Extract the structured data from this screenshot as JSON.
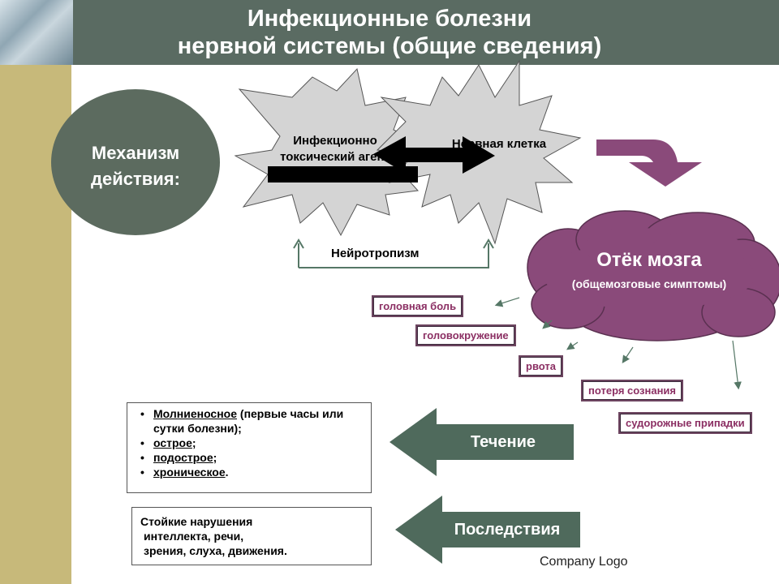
{
  "title": {
    "line1": "Инфекционные болезни",
    "line2": "нервной системы (общие сведения)"
  },
  "mechanism_label": "Механизм действия:",
  "burst_agent": {
    "line1": "Инфекционно",
    "line2": "токсический агент"
  },
  "burst_cell": "Нервная клетка",
  "neurotropism_label": "Нейротропизм",
  "cloud": {
    "title": "Отёк мозга",
    "subtitle": "(общемозговые симптомы)"
  },
  "symptoms": [
    "головная боль",
    "головокружение",
    "рвота",
    "потеря сознания",
    "судорожные припадки"
  ],
  "course_arrow_label": "Течение",
  "course_items": [
    {
      "term": "Молниеносное",
      "rest": " (первые часы или сутки болезни);"
    },
    {
      "term": "острое",
      "rest": ";"
    },
    {
      "term": "подострое",
      "rest": ";"
    },
    {
      "term": "хроническое",
      "rest": "."
    }
  ],
  "consequences_arrow_label": "Последствия",
  "consequences_text": {
    "line1": "Стойкие нарушения",
    "line2": "интеллекта, речи,",
    "line3": "зрения, слуха, движения."
  },
  "footer_logo": "Company Logo",
  "colors": {
    "header": "#5a6b62",
    "sidebar": "#c7b97a",
    "mechanism_ellipse": "#5c6b5f",
    "burst_fill": "#d4d4d4",
    "cloud_fill": "#8a4a7a",
    "purple_arrow": "#8a4a7a",
    "green_arrow": "#4f6a5c",
    "tag_text": "#8b2f63"
  }
}
